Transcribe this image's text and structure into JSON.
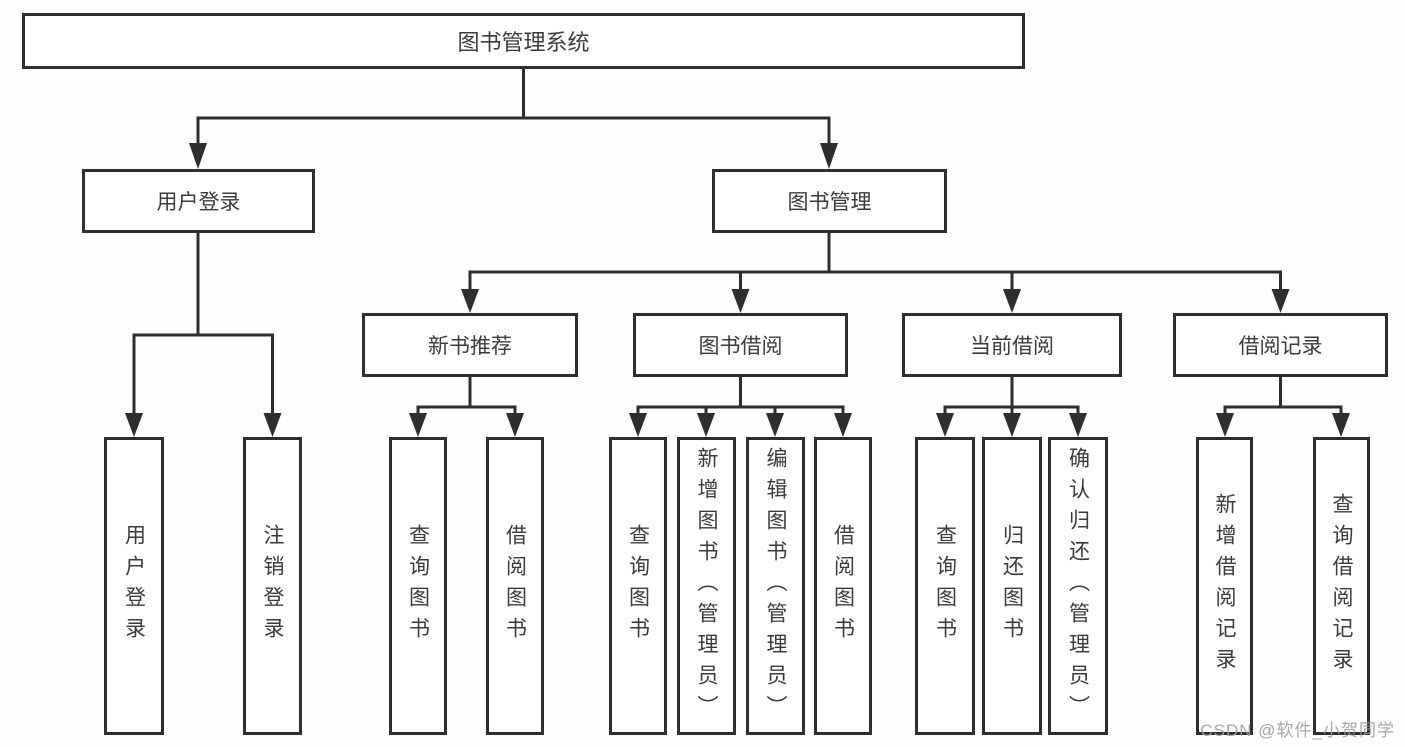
{
  "tree": {
    "label": "图书管理系统",
    "children": [
      {
        "label": "用户登录",
        "children": [
          {
            "label": "用户登录"
          },
          {
            "label": "注销登录"
          }
        ]
      },
      {
        "label": "图书管理",
        "children": [
          {
            "label": "新书推荐",
            "children": [
              {
                "label": "查询图书"
              },
              {
                "label": "借阅图书"
              }
            ]
          },
          {
            "label": "图书借阅",
            "children": [
              {
                "label": "查询图书"
              },
              {
                "label": "新增图书（管理员）"
              },
              {
                "label": "编辑图书（管理员）"
              },
              {
                "label": "借阅图书"
              }
            ]
          },
          {
            "label": "当前借阅",
            "children": [
              {
                "label": "查询图书"
              },
              {
                "label": "归还图书"
              },
              {
                "label": "确认归还（管理员）"
              }
            ]
          },
          {
            "label": "借阅记录",
            "children": [
              {
                "label": "新增借阅记录"
              },
              {
                "label": "查询借阅记录"
              }
            ]
          }
        ]
      }
    ]
  },
  "watermark": "CSDN @软件_小贺同学",
  "colors": {
    "line": "#2e2e2e",
    "box_border": "#2e2e2e",
    "box_fill": "#ffffff",
    "text": "#3b3b3b",
    "watermark": "#9e9e9e",
    "background": "#fefefe"
  }
}
